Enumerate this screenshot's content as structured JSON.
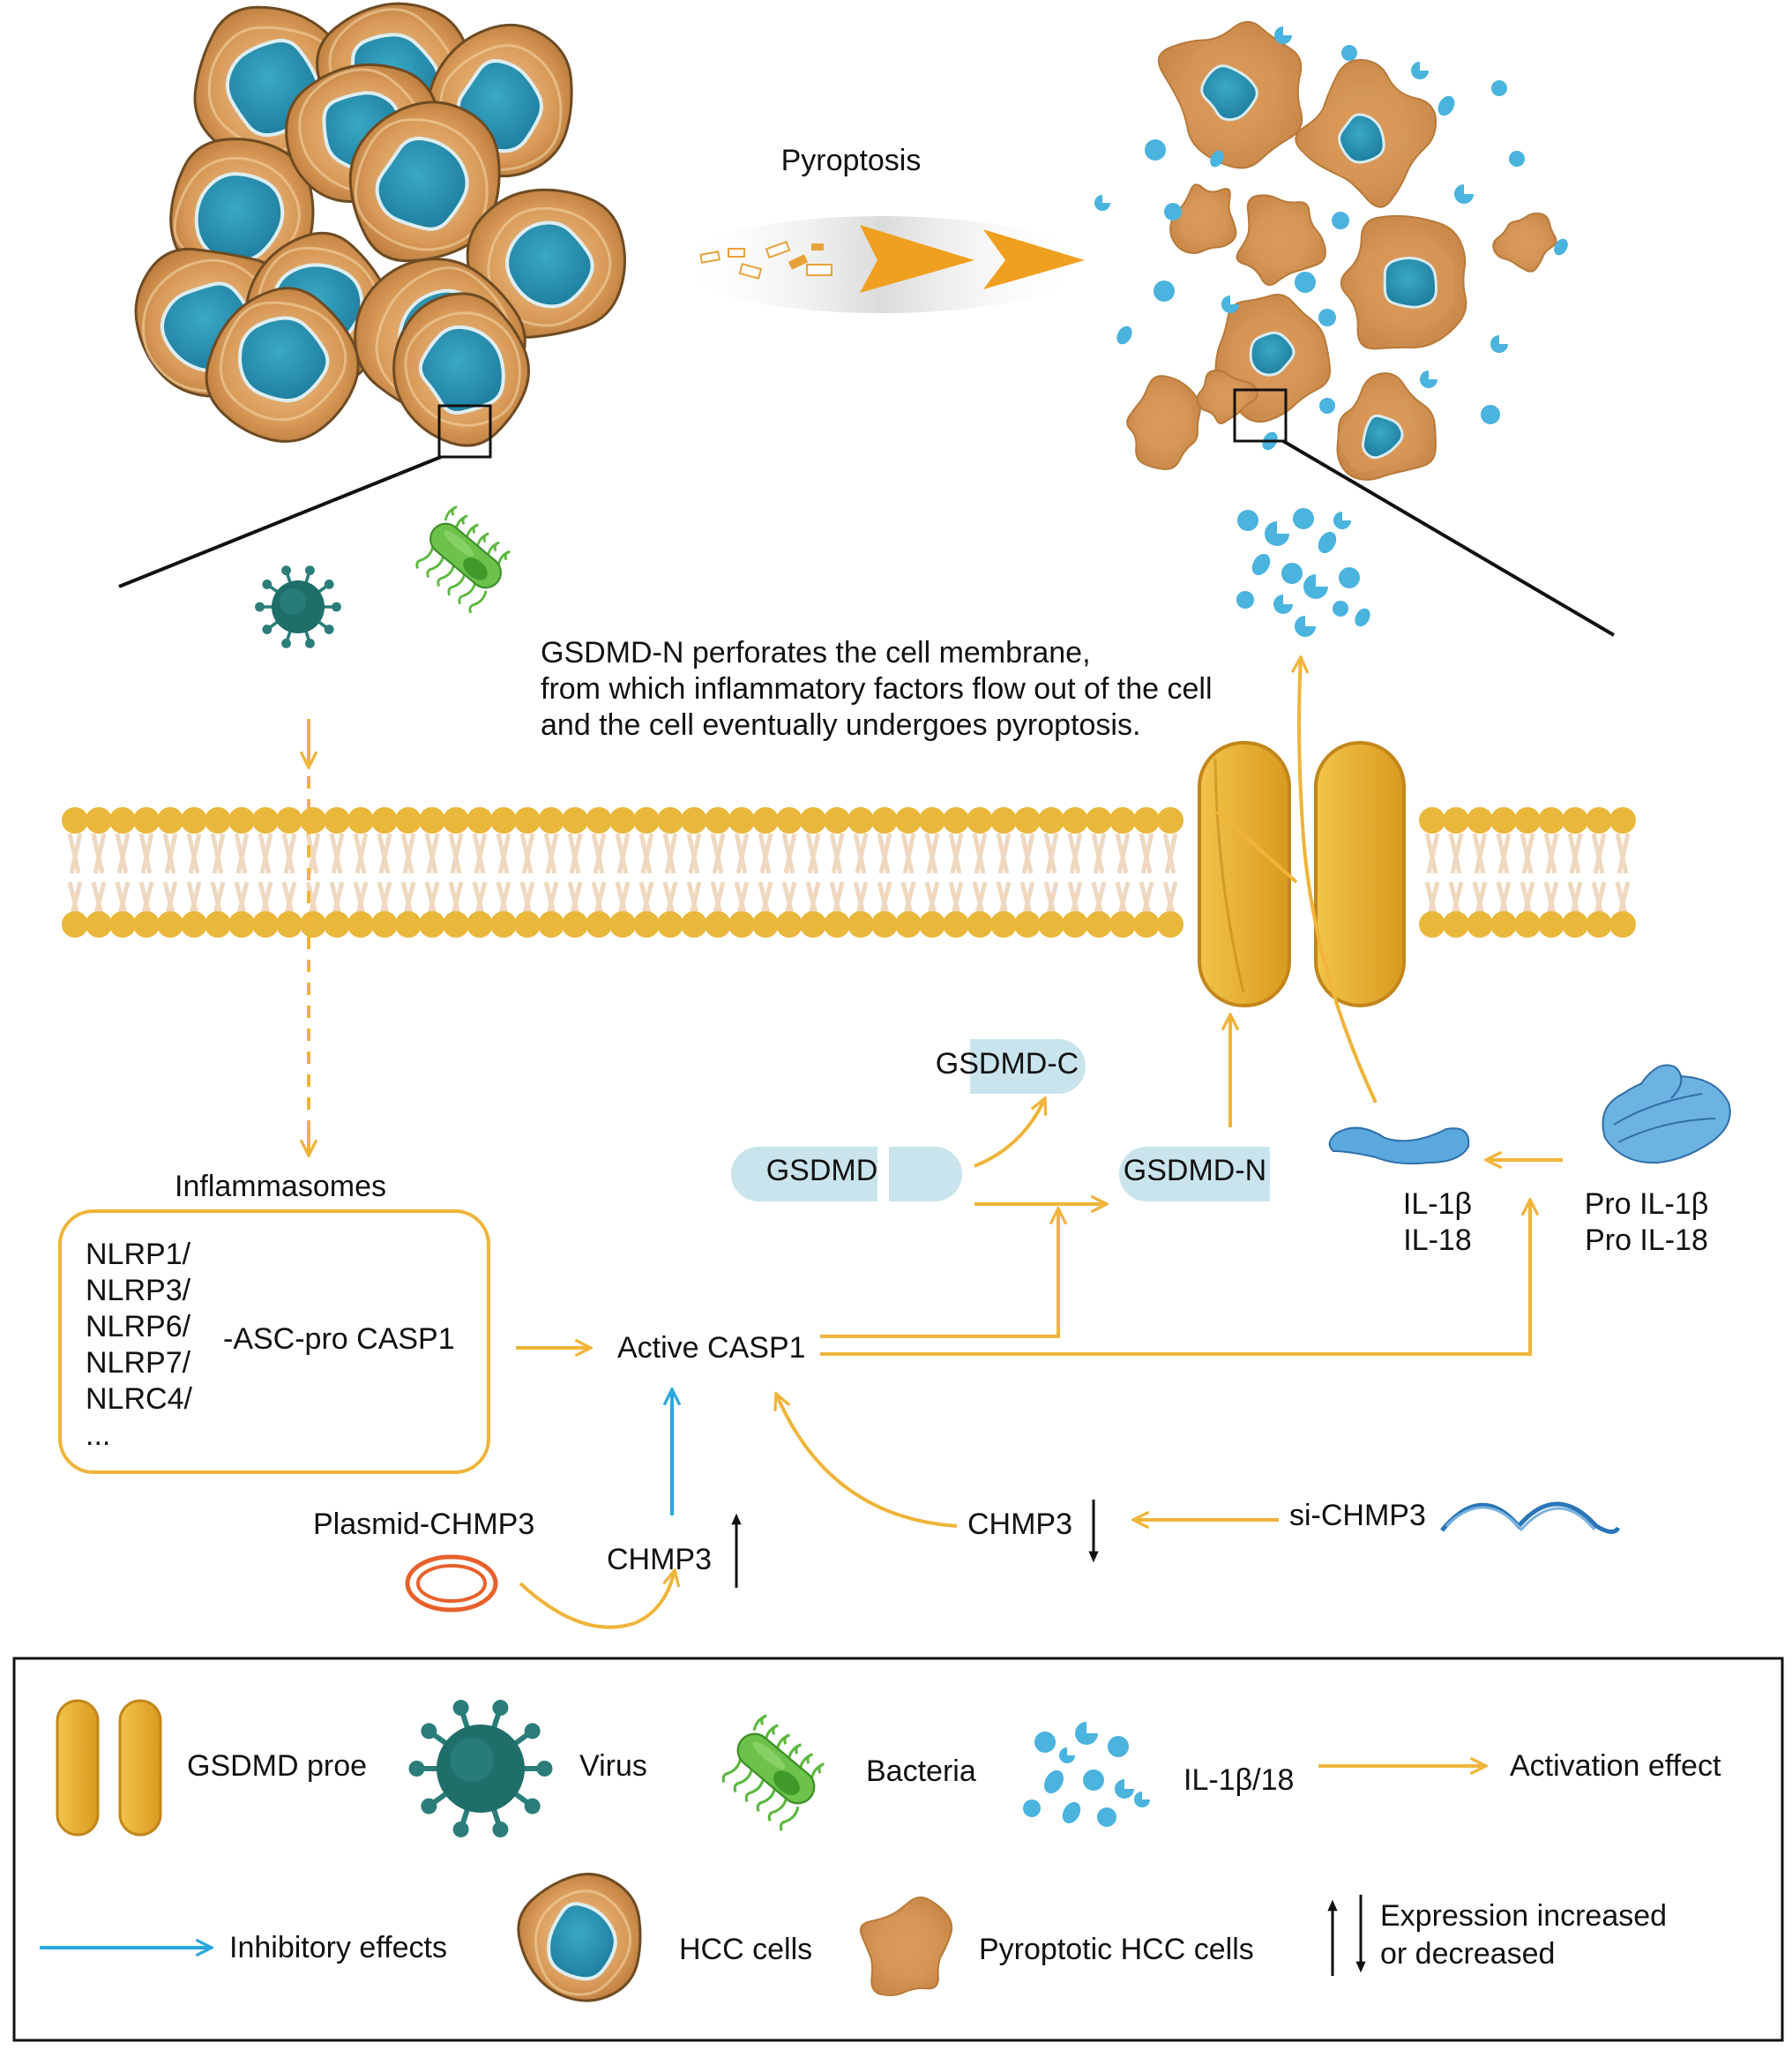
{
  "top": {
    "pyroptosis_label": "Pyroptosis"
  },
  "membrane_caption": [
    "GSDMD-N perforates the cell membrane,",
    "from which inflammatory factors flow out of the cell",
    "and the cell eventually undergoes pyroptosis."
  ],
  "pathway": {
    "inflammasomes_title": "Inflammasomes",
    "nlrp_list": [
      "NLRP1/",
      "NLRP3/",
      "NLRP6/",
      "NLRP7/",
      "NLRC4/",
      "..."
    ],
    "asc_label": "-ASC-pro CASP1",
    "active_casp1": "Active CASP1",
    "gsdmd": "GSDMD",
    "gsdmd_c": "GSDMD-C",
    "gsdmd_n": "GSDMD-N",
    "il1b": "IL-1β",
    "il18": "IL-18",
    "pro_il1b": "Pro IL-1β",
    "pro_il18": "Pro IL-18",
    "plasmid_chmp3": "Plasmid-CHMP3",
    "chmp3_up": "CHMP3",
    "chmp3_down": "CHMP3",
    "si_chmp3": "si-CHMP3"
  },
  "legend": {
    "items": [
      {
        "icon": "gsdmd-pore-icon",
        "label": "GSDMD proe"
      },
      {
        "icon": "virus-icon",
        "label": "Virus"
      },
      {
        "icon": "bacteria-icon",
        "label": "Bacteria"
      },
      {
        "icon": "cytokine-fragments-icon",
        "label": "IL-1β/18"
      },
      {
        "icon": "orange-arrow-icon",
        "label": "Activation effect"
      },
      {
        "icon": "blue-arrow-icon",
        "label": "Inhibitory effects"
      },
      {
        "icon": "hcc-cell-icon",
        "label": "HCC cells"
      },
      {
        "icon": "pyroptotic-cell-icon",
        "label": "Pyroptotic HCC cells"
      },
      {
        "icon": "up-down-arrows-icon",
        "label_line1": "Expression increased",
        "label_line2": "or decreased"
      }
    ]
  },
  "colors": {
    "activation": "#f0b43a",
    "inhibition": "#2aa7e0",
    "membrane_head": "#e9b73a",
    "cell_body": "#d89a5a",
    "nucleus": "#2b8fb0",
    "gsdmd_box": "#c9e4ec",
    "cytokine": "#4ab3de",
    "virus": "#1f6e6a",
    "bacteria": "#5cb83f",
    "plasmid": "#e8602c",
    "sirna": "#2a76b8"
  }
}
